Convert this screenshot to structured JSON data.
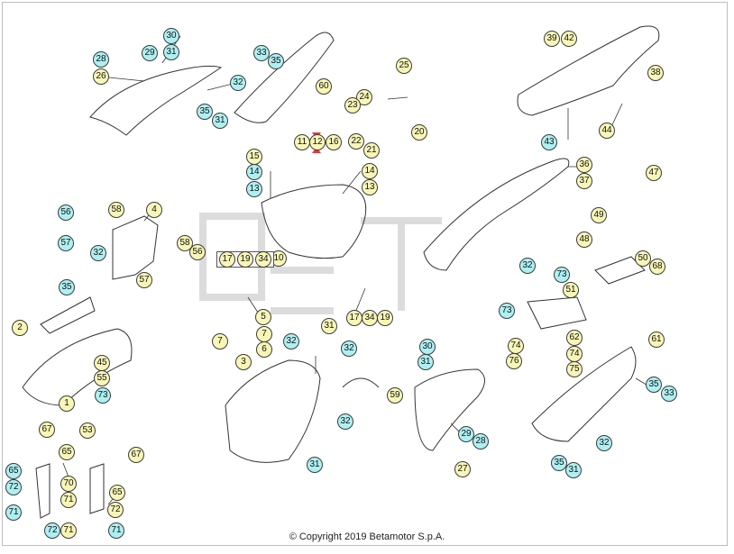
{
  "copyright": "© Copyright 2019 Betamotor S.p.A.",
  "colors": {
    "yellow_callout": "#f8f6b6",
    "cyan_callout": "#aef0f2",
    "line": "#333333",
    "marker": "#e53935"
  },
  "callouts": [
    {
      "id": "30",
      "color": "cyan"
    },
    {
      "id": "31",
      "color": "cyan"
    },
    {
      "id": "29",
      "color": "cyan"
    },
    {
      "id": "28",
      "color": "cyan"
    },
    {
      "id": "26",
      "color": "yellow"
    },
    {
      "id": "33",
      "color": "cyan"
    },
    {
      "id": "35",
      "color": "cyan"
    },
    {
      "id": "60",
      "color": "yellow"
    },
    {
      "id": "32",
      "color": "cyan"
    },
    {
      "id": "35",
      "color": "cyan"
    },
    {
      "id": "31",
      "color": "cyan"
    },
    {
      "id": "25",
      "color": "yellow"
    },
    {
      "id": "24",
      "color": "yellow"
    },
    {
      "id": "23",
      "color": "yellow"
    },
    {
      "id": "22",
      "color": "yellow"
    },
    {
      "id": "21",
      "color": "yellow"
    },
    {
      "id": "20",
      "color": "yellow"
    },
    {
      "id": "39",
      "color": "yellow"
    },
    {
      "id": "42",
      "color": "yellow"
    },
    {
      "id": "38",
      "color": "yellow"
    },
    {
      "id": "43",
      "color": "cyan"
    },
    {
      "id": "44",
      "color": "yellow"
    },
    {
      "id": "11",
      "color": "yellow"
    },
    {
      "id": "12",
      "color": "yellow"
    },
    {
      "id": "16",
      "color": "yellow"
    },
    {
      "id": "15",
      "color": "yellow"
    },
    {
      "id": "14",
      "color": "cyan"
    },
    {
      "id": "13",
      "color": "cyan"
    },
    {
      "id": "14",
      "color": "yellow"
    },
    {
      "id": "13",
      "color": "yellow"
    },
    {
      "id": "36",
      "color": "yellow"
    },
    {
      "id": "37",
      "color": "yellow"
    },
    {
      "id": "47",
      "color": "yellow"
    },
    {
      "id": "49",
      "color": "yellow"
    },
    {
      "id": "48",
      "color": "yellow"
    },
    {
      "id": "50",
      "color": "yellow"
    },
    {
      "id": "68",
      "color": "yellow"
    },
    {
      "id": "56",
      "color": "cyan"
    },
    {
      "id": "58",
      "color": "yellow"
    },
    {
      "id": "4",
      "color": "yellow"
    },
    {
      "id": "57",
      "color": "cyan"
    },
    {
      "id": "58",
      "color": "yellow"
    },
    {
      "id": "56",
      "color": "yellow"
    },
    {
      "id": "57",
      "color": "yellow"
    },
    {
      "id": "32",
      "color": "cyan"
    },
    {
      "id": "35",
      "color": "cyan"
    },
    {
      "id": "2",
      "color": "yellow"
    },
    {
      "id": "10",
      "color": "yellow"
    },
    {
      "id": "32",
      "color": "cyan"
    },
    {
      "id": "73",
      "color": "cyan"
    },
    {
      "id": "73",
      "color": "cyan"
    },
    {
      "id": "51",
      "color": "yellow"
    },
    {
      "id": "62",
      "color": "yellow"
    },
    {
      "id": "74",
      "color": "yellow"
    },
    {
      "id": "76",
      "color": "yellow"
    },
    {
      "id": "74",
      "color": "yellow"
    },
    {
      "id": "75",
      "color": "yellow"
    },
    {
      "id": "61",
      "color": "yellow"
    },
    {
      "id": "5",
      "color": "yellow"
    },
    {
      "id": "7",
      "color": "yellow"
    },
    {
      "id": "7",
      "color": "yellow"
    },
    {
      "id": "6",
      "color": "yellow"
    },
    {
      "id": "17",
      "color": "yellow"
    },
    {
      "id": "34",
      "color": "yellow"
    },
    {
      "id": "19",
      "color": "yellow"
    },
    {
      "id": "31",
      "color": "yellow"
    },
    {
      "id": "32",
      "color": "cyan"
    },
    {
      "id": "32",
      "color": "cyan"
    },
    {
      "id": "3",
      "color": "yellow"
    },
    {
      "id": "30",
      "color": "cyan"
    },
    {
      "id": "31",
      "color": "cyan"
    },
    {
      "id": "45",
      "color": "yellow"
    },
    {
      "id": "55",
      "color": "yellow"
    },
    {
      "id": "73",
      "color": "cyan"
    },
    {
      "id": "1",
      "color": "yellow"
    },
    {
      "id": "53",
      "color": "yellow"
    },
    {
      "id": "59",
      "color": "yellow"
    },
    {
      "id": "32",
      "color": "cyan"
    },
    {
      "id": "31",
      "color": "cyan"
    },
    {
      "id": "29",
      "color": "cyan"
    },
    {
      "id": "28",
      "color": "cyan"
    },
    {
      "id": "27",
      "color": "yellow"
    },
    {
      "id": "35",
      "color": "cyan"
    },
    {
      "id": "33",
      "color": "cyan"
    },
    {
      "id": "32",
      "color": "cyan"
    },
    {
      "id": "35",
      "color": "cyan"
    },
    {
      "id": "31",
      "color": "cyan"
    },
    {
      "id": "67",
      "color": "yellow"
    },
    {
      "id": "65",
      "color": "yellow"
    },
    {
      "id": "67",
      "color": "yellow"
    },
    {
      "id": "65",
      "color": "cyan"
    },
    {
      "id": "72",
      "color": "cyan"
    },
    {
      "id": "70",
      "color": "yellow"
    },
    {
      "id": "71",
      "color": "yellow"
    },
    {
      "id": "65",
      "color": "yellow"
    },
    {
      "id": "72",
      "color": "yellow"
    },
    {
      "id": "71",
      "color": "cyan"
    },
    {
      "id": "72",
      "color": "cyan"
    },
    {
      "id": "71",
      "color": "yellow"
    },
    {
      "id": "71",
      "color": "cyan"
    }
  ],
  "ref_box": [
    "17",
    "19",
    "34"
  ]
}
